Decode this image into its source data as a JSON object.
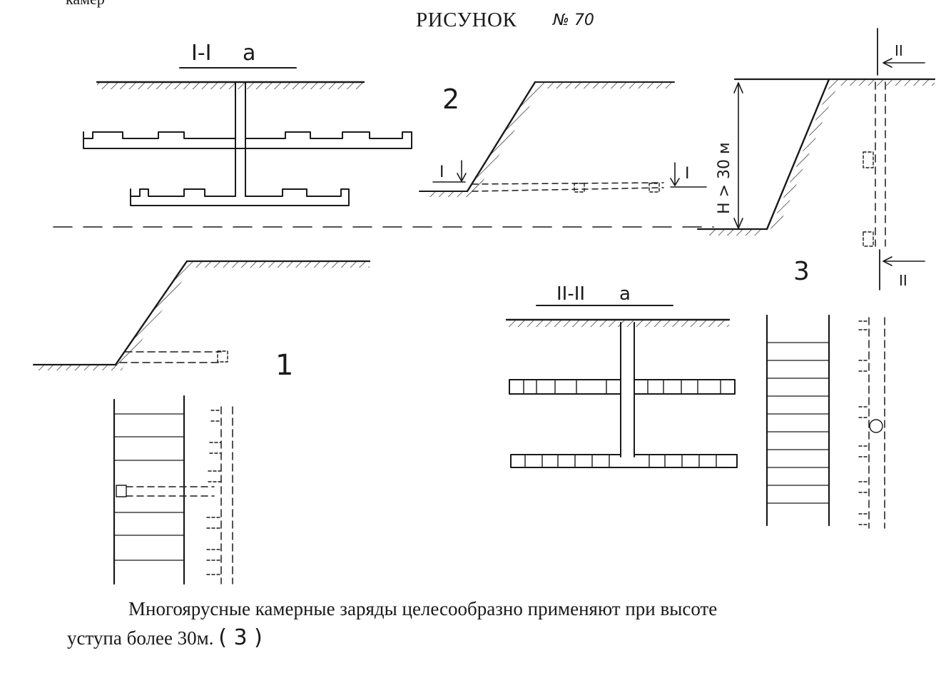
{
  "header": {
    "caption_fragment": "камер",
    "figure_title": "РИСУНОК",
    "figure_number": "№ 70"
  },
  "labels": {
    "section_1": "I-I",
    "section_1_mark": "a",
    "section_2": "II-II",
    "section_2_mark": "a",
    "scheme_1": "1",
    "scheme_2": "2",
    "scheme_3": "3",
    "cut_I_left": "I",
    "cut_I_right": "I",
    "cut_II_top": "II",
    "cut_II_bottom": "II",
    "height_label": "H > 30 м"
  },
  "text": {
    "line1": "Многоярусные камерные заряды целесообразно применяют при высоте",
    "line2": "уступа более 30м.",
    "ref": "( 3 )"
  }
}
